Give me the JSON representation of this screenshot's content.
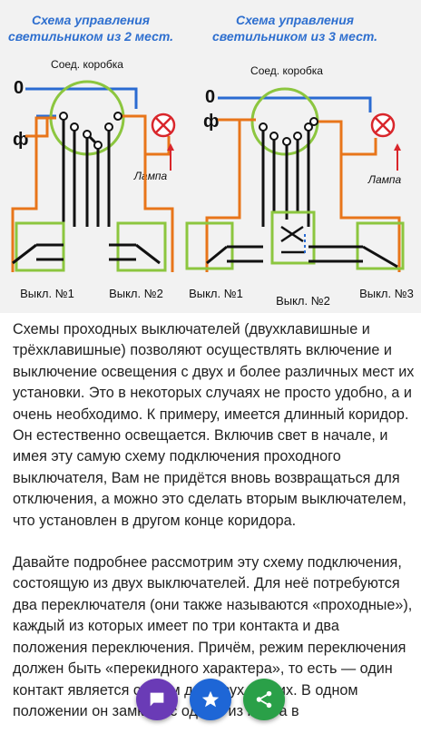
{
  "figure": {
    "left_diagram": {
      "title_line1": "Схема управления",
      "title_line2": "светильником из 2 мест.",
      "junction_box": "Соед. коробка",
      "zero": "0",
      "phase": "ф",
      "lamp": "Лампа",
      "switch1": "Выкл. №1",
      "switch2": "Выкл. №2"
    },
    "right_diagram": {
      "title_line1": "Схема управления",
      "title_line2": "светильником из 3 мест.",
      "junction_box": "Соед. коробка",
      "zero": "0",
      "phase": "ф",
      "lamp": "Лампа",
      "switch1": "Выкл. №1",
      "switch2": "Выкл. №2",
      "switch3": "Выкл. №3"
    },
    "colors": {
      "title": "#2e6fcf",
      "wire_blue": "#2a6bd1",
      "wire_orange": "#e8751a",
      "box_green": "#8cc63f",
      "lamp_red": "#d9262b"
    }
  },
  "article": {
    "paragraph1": "Схемы проходных выключателей (двухклавишные и трёхклавишные) позволяют осуществлять включение и выключение освещения с двух и более различных мест их установки. Это в некоторых случаях не просто удобно, а и очень необходимо. К примеру, имеется длинный коридор. Он естественно освещается. Включив свет в начале, и имея эту самую схему подключения проходного выключателя, Вам не придётся вновь возвращаться для отключения, а можно это сделать вторым выключателем, что установлен в другом конце коридора.",
    "paragraph2": "Давайте подробнее рассмотрим эту схему подключения, состоящую из двух выключателей. Для неё потребуются два переключателя (они также называются «проходные»), каждый из которых имеет по три контакта и два положения переключения. Причём, режим переключения должен быть «перекидного характера», то есть — один контакт является общим для двух других. В одном положении он замкнут с одним из них, а в"
  },
  "fabs": [
    {
      "icon": "chat-icon",
      "color": "#6a3bb6"
    },
    {
      "icon": "star-icon",
      "color": "#1e66d6"
    },
    {
      "icon": "share-icon",
      "color": "#2aa048"
    }
  ]
}
